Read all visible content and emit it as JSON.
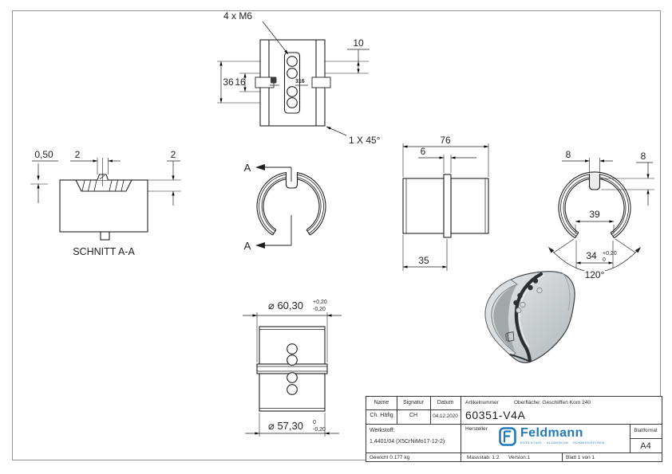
{
  "colors": {
    "line": "#1f1f1f",
    "brand_blue": "#2279ba",
    "part_gray": "#c9ced1"
  },
  "views": {
    "top_view": {
      "thread_note": "4 x M6",
      "hole_pitch": "10",
      "dim_a": "36",
      "dim_b": "16",
      "chamfer_note": "1 X 45°",
      "stamp": "316"
    },
    "section_aa": {
      "title": "SCHNITT A-A",
      "groove_depth": "0,50",
      "tab_width": "2",
      "strip_depth": "2"
    },
    "cut_marks": {
      "top": "A",
      "bottom": "A"
    },
    "side_view": {
      "length": "76",
      "rib_width": "6",
      "end_to_rib": "35"
    },
    "profile_view": {
      "notch_width": "8",
      "notch_depth": "8",
      "lip_span": "39",
      "opening": "34",
      "opening_tol_upper": "+0,20",
      "opening_tol_lower": "0",
      "opening_angle": "120°"
    },
    "front_view": {
      "outer_dia": "⌀ 60,30",
      "outer_tol_upper": "+0,20",
      "outer_tol_lower": "-0,20",
      "body_dia": "⌀ 57,30",
      "body_tol_upper": "0",
      "body_tol_lower": "-0,20"
    }
  },
  "title_block": {
    "name_label": "Name",
    "signatur_label": "Signatur",
    "datum_label": "Datum",
    "name": "Ch. Häfig",
    "signatur": "CH",
    "datum": "04.12.2020",
    "artikelnummer_label": "Artikelnummer",
    "artikelnummer": "60351-V4A",
    "oberflaeche": "Oberfläche:  Geschliffen Korn 240",
    "werkstoff_label": "Werkstoff:",
    "werkstoff": "1.4401/04 (X5CrNiMo17-12-2)",
    "hersteller_label": "Hersteller",
    "logo_text": "Feldmann",
    "logo_tagline": "EDELSTAHL · ALUMINIUM · SCHMIEDEEISEN",
    "blattformat_label": "Blattformat",
    "blattformat": "A4",
    "gewicht": "Gewicht 0.177 kg",
    "massstab": "Massstab: 1:2",
    "version": "Version:1",
    "blatt": "Blatt 1 von 1"
  }
}
